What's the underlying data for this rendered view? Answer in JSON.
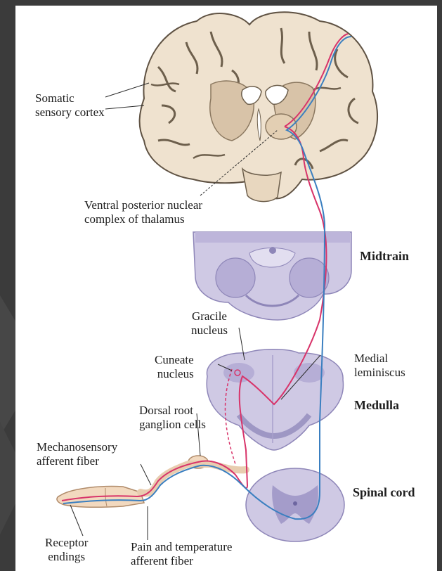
{
  "labels": {
    "somatic_sensory_cortex": [
      "Somatic",
      "sensory cortex"
    ],
    "vpn_thalamus": [
      "Ventral posterior nuclear",
      "complex of thalamus"
    ],
    "midbrain": "Midtrain",
    "gracile_nucleus": [
      "Gracile",
      "nucleus"
    ],
    "cuneate_nucleus": [
      "Cuneate",
      "nucleus"
    ],
    "medial_lemniscus": [
      "Medial",
      "leminiscus"
    ],
    "medulla": "Medulla",
    "dorsal_root_ganglion": [
      "Dorsal root",
      "ganglion cells"
    ],
    "mechanosensory_fiber": [
      "Mechanosensory",
      "afferent fiber"
    ],
    "spinal_cord": "Spinal cord",
    "receptor_endings": [
      "Receptor",
      "endings"
    ],
    "pain_temperature_fiber": [
      "Pain and temperature",
      "afferent fiber"
    ]
  },
  "colors": {
    "pathway_red": "#d8346a",
    "pathway_blue": "#3a7fc0",
    "brain_tissue": "#efe2cf",
    "brain_fold": "#7a6a55",
    "section_purple": "#c9c3e0",
    "section_dark": "#9e97c4",
    "skin": "#f2d9bf"
  }
}
